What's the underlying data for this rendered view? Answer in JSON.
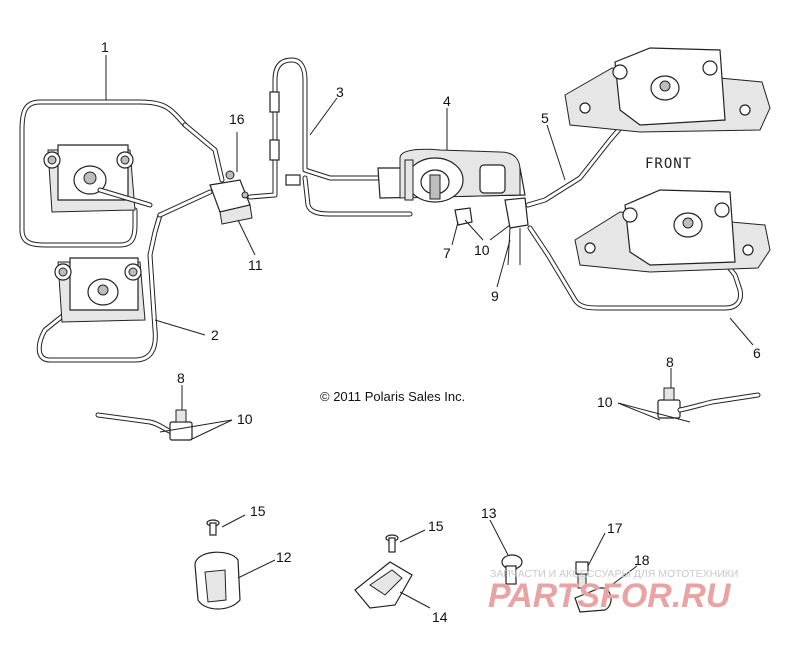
{
  "copyright": "© 2011 Polaris Sales Inc.",
  "front_label": "FRONT",
  "callouts": {
    "c1": "1",
    "c2": "2",
    "c3": "3",
    "c4": "4",
    "c5": "5",
    "c6": "6",
    "c7": "7",
    "c8a": "8",
    "c8b": "8",
    "c9": "9",
    "c10a": "10",
    "c10b": "10",
    "c10c": "10",
    "c11": "11",
    "c12": "12",
    "c13": "13",
    "c14": "14",
    "c15a": "15",
    "c15b": "15",
    "c16": "16",
    "c17": "17",
    "c18": "18"
  },
  "watermark": {
    "subtitle": "ЗАПЧАСТИ И АКСЕССУАРЫ ДЛЯ МОТОТЕХНИКИ",
    "logo": "PARTSFOR.RU"
  }
}
